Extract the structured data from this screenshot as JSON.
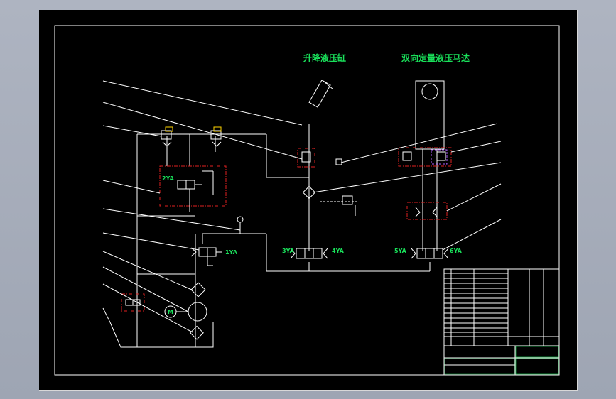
{
  "titles": {
    "lift_cylinder": "升降液压缸",
    "bidirectional_motor": "双向定量液压马达"
  },
  "solenoids": {
    "s2ya": "2YA",
    "s1ya": "1YA",
    "s3ya": "3YA",
    "s4ya": "4YA",
    "s5ya": "5YA",
    "s6ya": "6YA"
  },
  "motor_symbol": "M",
  "colors": {
    "lines": "#ffffff",
    "labels": "#19e05a",
    "highlight_box": "#e02020",
    "canvas": "#000000"
  }
}
